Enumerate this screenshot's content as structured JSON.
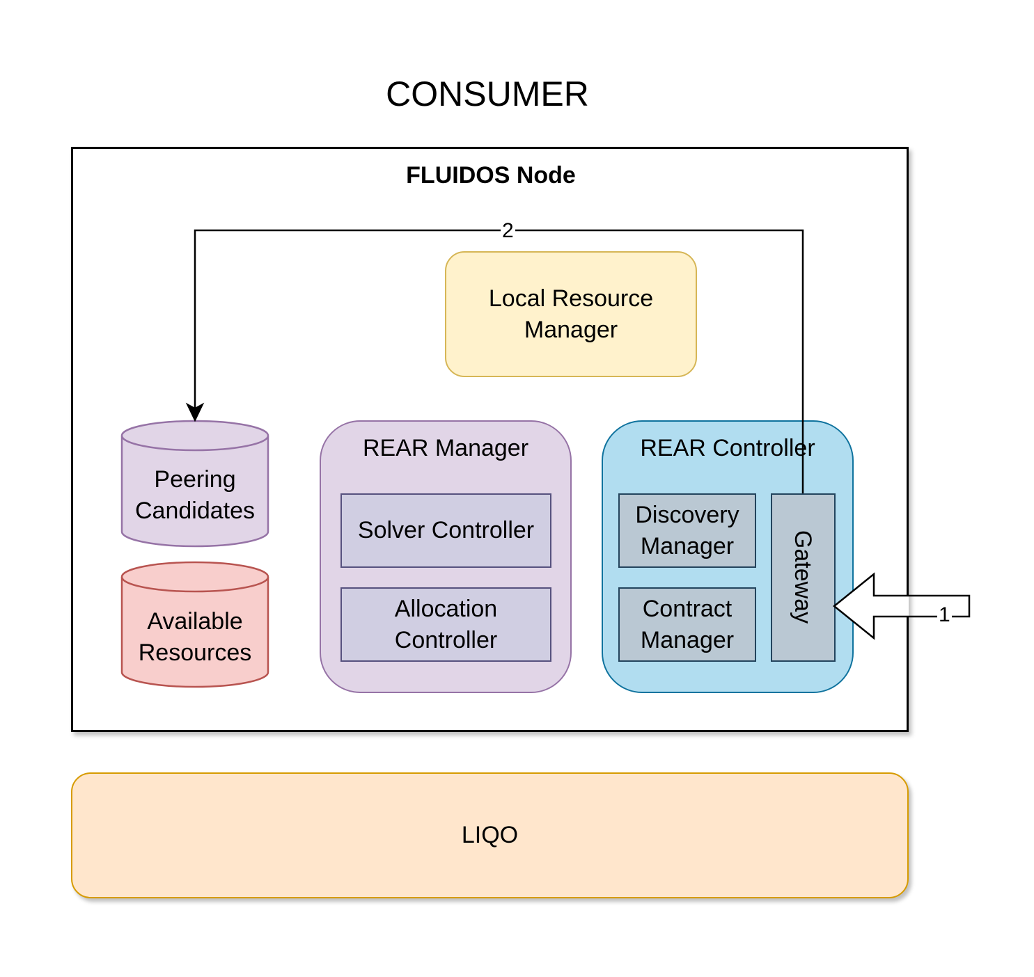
{
  "title": "CONSUMER",
  "fluidos_node": {
    "label": "FLUIDOS Node",
    "local_resource_manager": "Local Resource Manager",
    "peering_candidates": "Peering Candidates",
    "available_resources": "Available Resources",
    "rear_manager": {
      "label": "REAR Manager",
      "solver_controller": "Solver Controller",
      "allocation_controller": "Allocation Controller"
    },
    "rear_controller": {
      "label": "REAR Controller",
      "discovery_manager": "Discovery Manager",
      "contract_manager": "Contract Manager",
      "gateway": "Gateway"
    }
  },
  "liqo": "LIQO",
  "edges": {
    "step_1": "1",
    "step_2": "2"
  },
  "colors": {
    "local_resource_manager_fill": "#fff2cc",
    "local_resource_manager_stroke": "#d6b656",
    "peering_candidates_fill": "#e1d5e7",
    "peering_candidates_stroke": "#9673a6",
    "available_resources_fill": "#f8cecc",
    "available_resources_stroke": "#b85450",
    "rear_manager_fill": "#e1d5e7",
    "rear_controller_fill": "#b1ddf0",
    "liqo_fill": "#ffe6cc",
    "liqo_stroke": "#d79b00"
  }
}
